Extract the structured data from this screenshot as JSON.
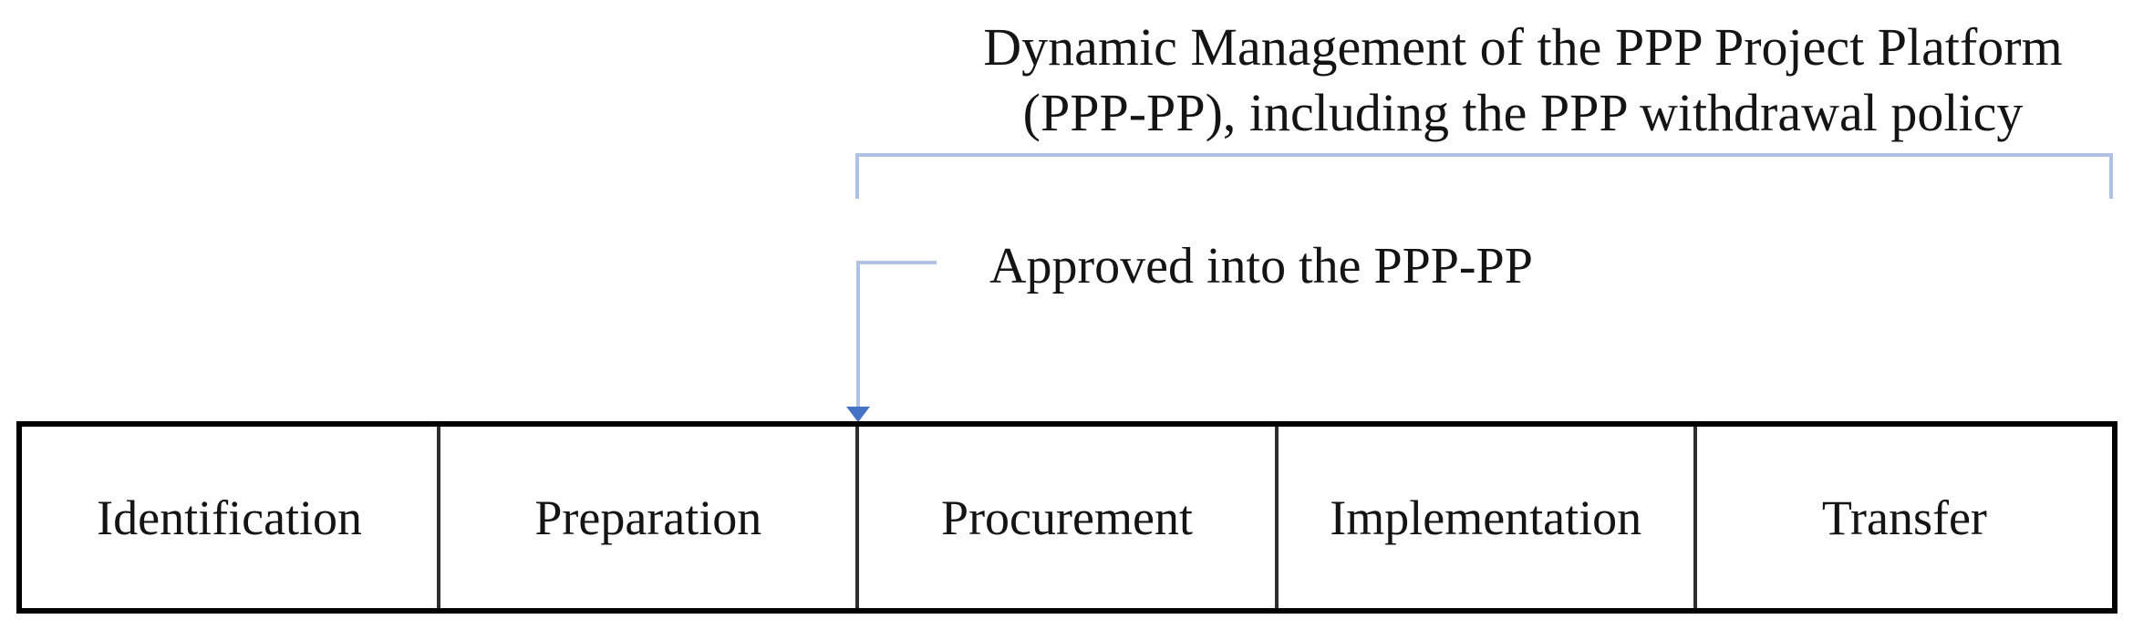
{
  "diagram": {
    "title_line1": "Dynamic Management of the PPP Project Platform",
    "title_line2": "(PPP-PP), including the PPP withdrawal policy",
    "approved_label": "Approved into the PPP-PP",
    "stages": [
      "Identification",
      "Preparation",
      "Procurement",
      "Implementation",
      "Transfer"
    ],
    "colors": {
      "bracket_line": "#b0c2e4",
      "arrow_head": "#4472c4",
      "table_border": "#000000",
      "cell_divider": "#2e2e2e"
    }
  }
}
